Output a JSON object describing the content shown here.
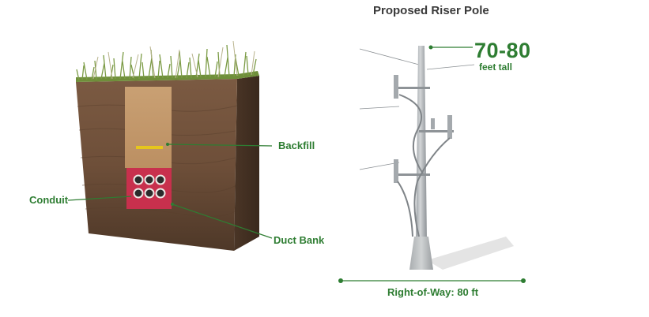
{
  "title": "Proposed Riser Pole",
  "underground": {
    "labels": {
      "backfill": "Backfill",
      "conduit": "Conduit",
      "duct_bank": "Duct Bank"
    }
  },
  "pole": {
    "height_value": "70-80",
    "height_unit": "feet tall",
    "right_of_way": "Right-of-Way: 80 ft"
  },
  "colors": {
    "label_green": "#2e7d32",
    "soil": "#6b4a34",
    "backfill": "#c79a6b",
    "duct_bank": "#c8304d",
    "grass": "#6f8f3a",
    "pole": "#b8bcbf"
  }
}
